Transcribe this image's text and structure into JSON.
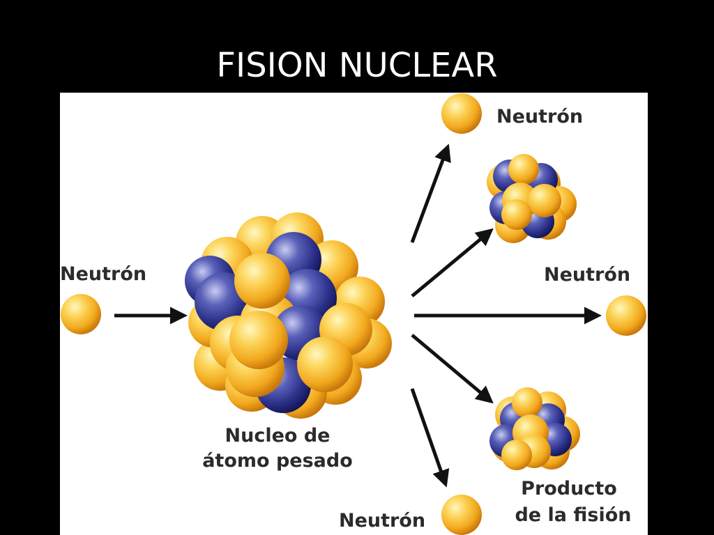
{
  "title": "FISION NUCLEAR",
  "labels": {
    "incoming_neutron": "Neutrón",
    "out_neutron_top": "Neutrón",
    "out_neutron_middle": "Neutrón",
    "out_neutron_bottom": "Neutrón",
    "nucleus_line1": "Nucleo de",
    "nucleus_line2": "átomo pesado",
    "product_line1": "Producto",
    "product_line2": "de la fisión"
  },
  "colors": {
    "background": "#000000",
    "panel": "#ffffff",
    "neutron_orange": "#f2a81d",
    "proton_blue": "#2a2f86",
    "arrow": "#111111",
    "text": "#2b2b2b"
  }
}
